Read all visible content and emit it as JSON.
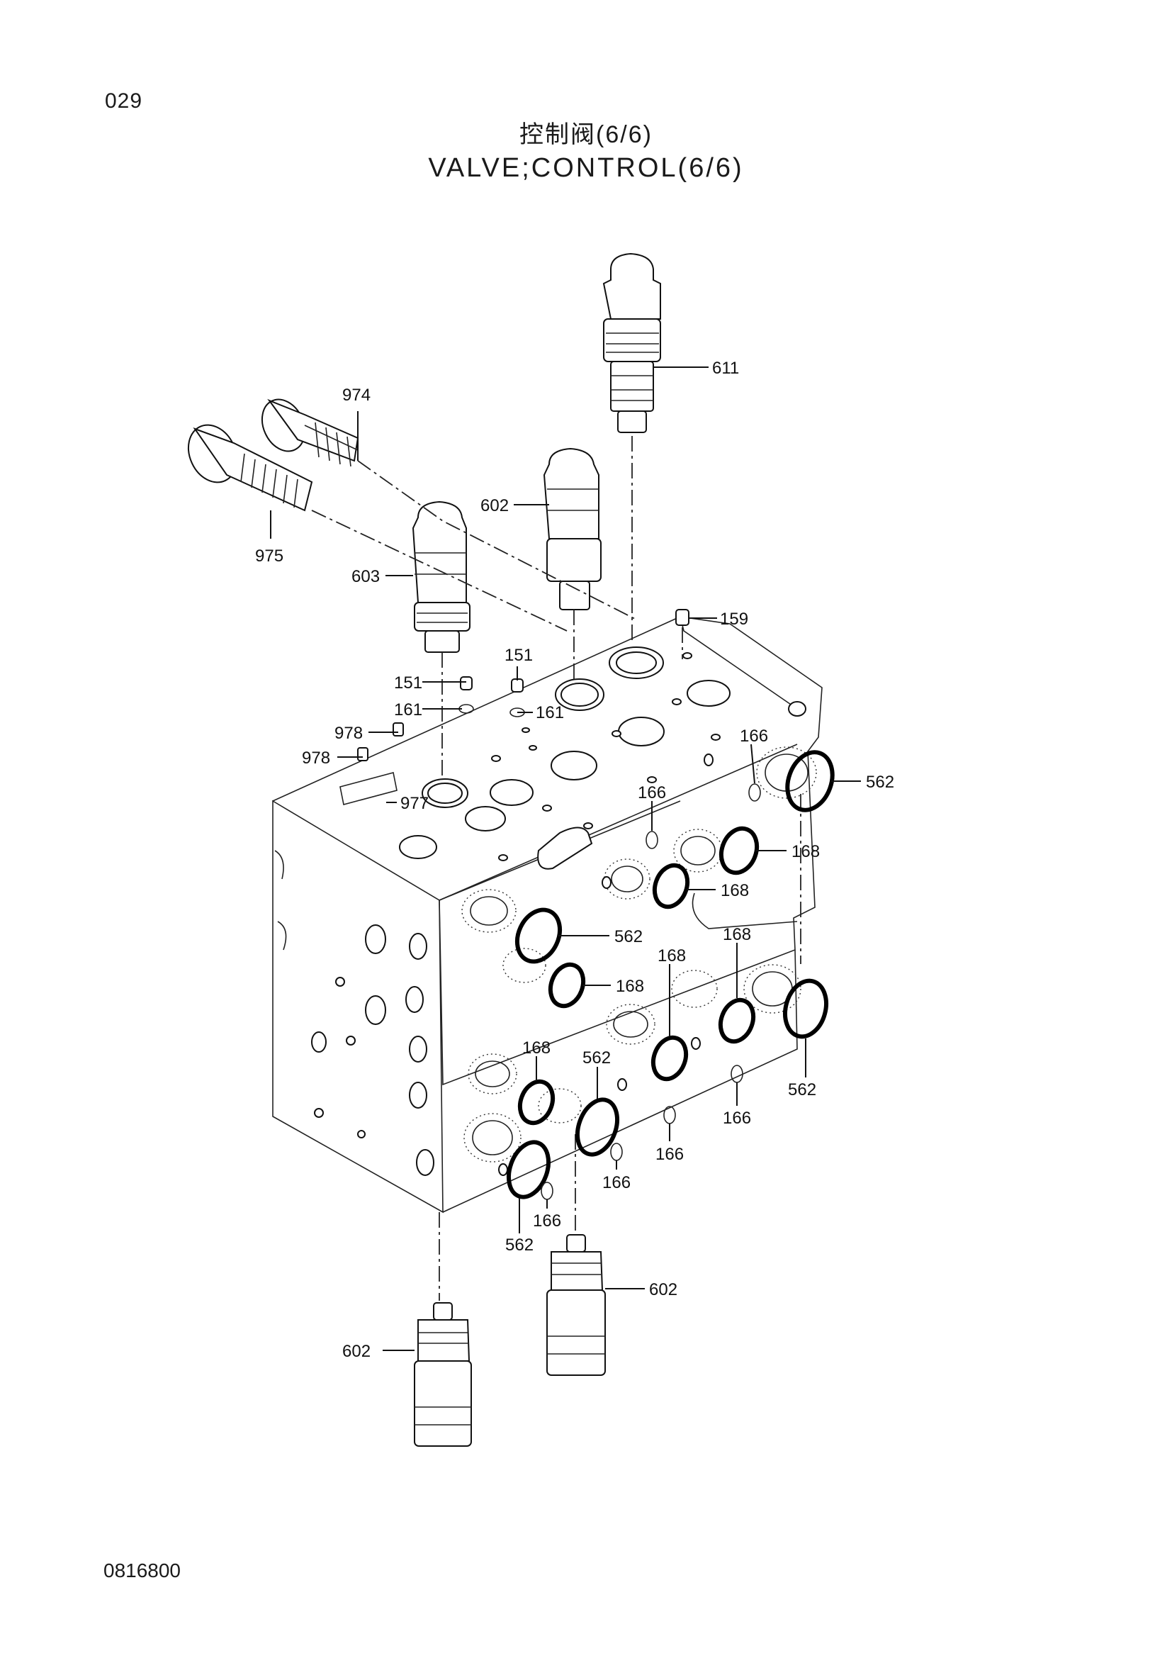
{
  "page_number": "029",
  "title_cn": "控制阀(6/6)",
  "title_en": "VALVE;CONTROL(6/6)",
  "document_code": "0816800",
  "callouts": {
    "c611": "611",
    "c974": "974",
    "c975": "975",
    "c602_top": "602",
    "c603": "603",
    "c159": "159",
    "c151_a": "151",
    "c151_b": "151",
    "c161_a": "161",
    "c161_b": "161",
    "c978_a": "978",
    "c978_b": "978",
    "c977": "977",
    "c166_a": "166",
    "c166_b": "166",
    "c562_a": "562",
    "c168_a": "168",
    "c168_b": "168",
    "c562_b": "562",
    "c168_c": "168",
    "c168_d": "168",
    "c168_e": "168",
    "c168_f": "168",
    "c562_c": "562",
    "c562_d": "562",
    "c166_c": "166",
    "c166_d": "166",
    "c166_e": "166",
    "c166_f": "166",
    "c562_e": "562",
    "c602_mid": "602",
    "c602_bot": "602"
  }
}
